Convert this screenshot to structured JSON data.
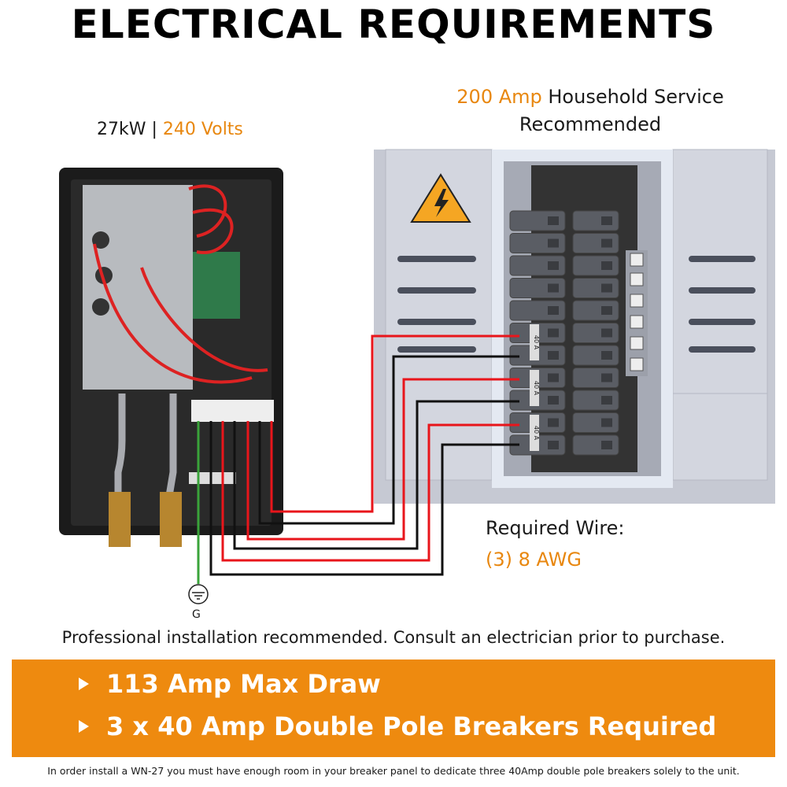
{
  "title": "ELECTRICAL REQUIREMENTS",
  "unit_spec": {
    "power": "27kW",
    "separator": " | ",
    "voltage": "240 Volts"
  },
  "service": {
    "amps": "200 Amp",
    "label": " Household Service",
    "line2": "Recommended"
  },
  "breaker_label": "40 A",
  "required_wire": {
    "label": "Required Wire:",
    "value": "(3) 8 AWG"
  },
  "ground_label": "G",
  "note": "Professional installation recommended. Consult an electrician prior to purchase.",
  "highlights": [
    "113 Amp Max Draw",
    "3 x 40 Amp Double Pole Breakers Required"
  ],
  "footnote": "In order install a WN-27 you must have enough room in your breaker panel to dedicate three 40Amp double pole breakers solely to the unit.",
  "colors": {
    "accent": "#ee8a0f",
    "wire_red": "#e8151b",
    "wire_black": "#111111",
    "ground": "#3aa33a"
  }
}
